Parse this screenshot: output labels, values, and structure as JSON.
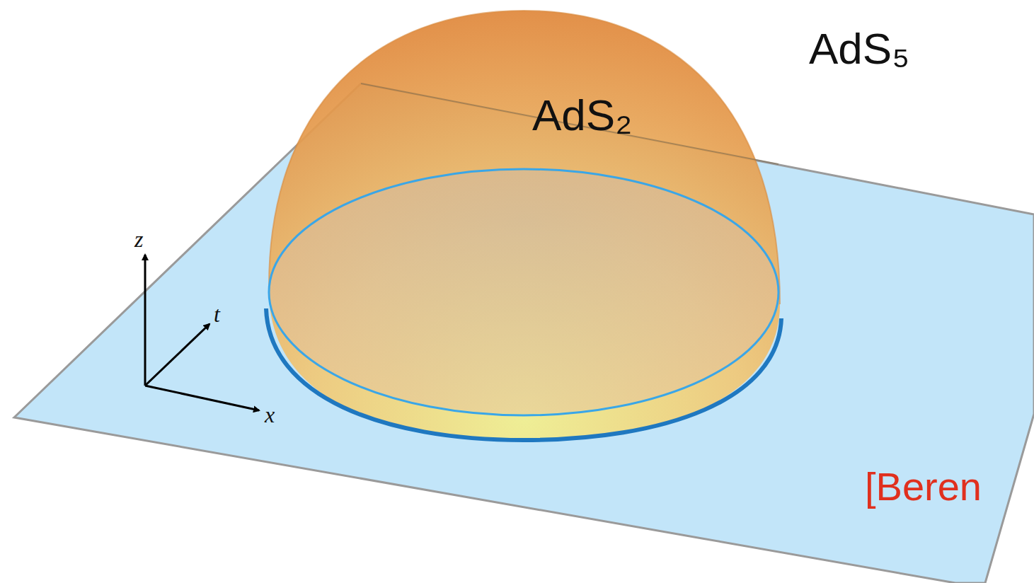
{
  "diagram": {
    "labels": [
      "AdS₅",
      "AdS₂",
      "z",
      "t",
      "x",
      "[Beren"
    ]
  }
}
